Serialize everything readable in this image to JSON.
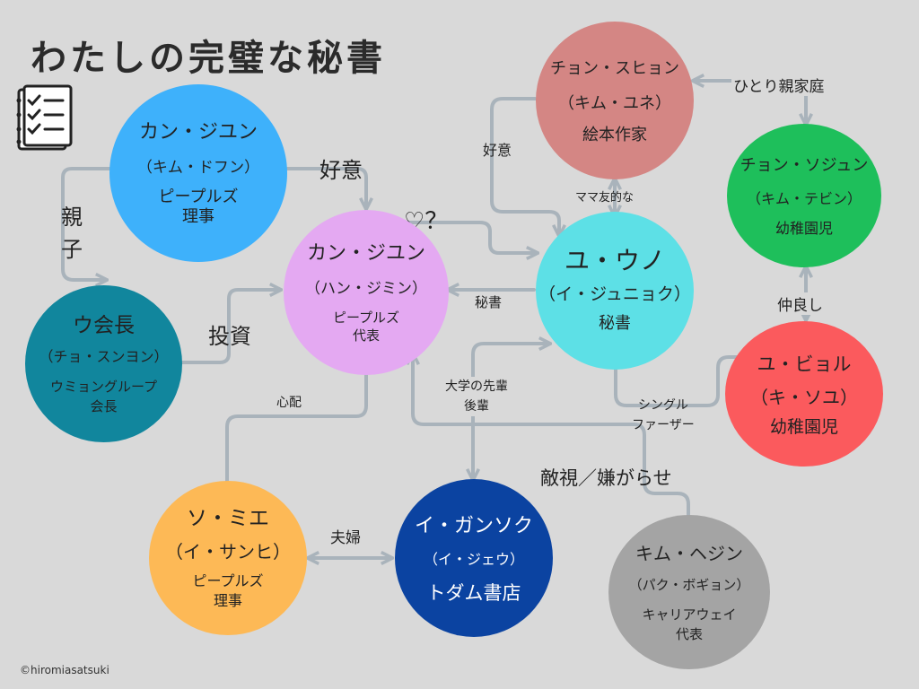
{
  "title": "わたしの完璧な秘書",
  "copyright": "©hiromiasatsuki",
  "icons": {
    "header": "checklist-clipboard-icon"
  },
  "colors": {
    "background": "#d9d9d9",
    "line": "#a9b3bb",
    "kang_jun_director": "#3eb1fb",
    "kang_jun_ceo": "#e4a9f2",
    "woo_chairman": "#11869d",
    "yu_eunho": "#5de0e6",
    "jung_suhyun": "#d48684",
    "jung_sojun": "#1ebf5b",
    "yu_byeol": "#fb5a5d",
    "so_mie": "#fdb956",
    "lee_gansok": "#0b43a1",
    "kim_hejin": "#a4a4a4"
  },
  "nodes": {
    "kang_jun_director": {
      "name": "カン・ジユン",
      "actor": "（キム・ドフン）",
      "role": "ピープルズ\n理事"
    },
    "kang_jun_ceo": {
      "name": "カン・ジユン",
      "actor": "（ハン・ジミン）",
      "role": "ピープルズ\n代表"
    },
    "woo_chairman": {
      "name": "ウ会長",
      "actor": "（チョ・スンヨン）",
      "role": "ウミョングループ\n会長"
    },
    "yu_eunho": {
      "name": "ユ・ウノ",
      "actor": "（イ・ジュニョク）",
      "role": "秘書"
    },
    "jung_suhyun": {
      "name": "チョン・スヒョン",
      "actor": "（キム・ユネ）",
      "role": "絵本作家"
    },
    "jung_sojun": {
      "name": "チョン・ソジュン",
      "actor": "（キム・テビン）",
      "role": "幼稚園児"
    },
    "yu_byeol": {
      "name": "ユ・ビョル",
      "actor": "（キ・ソユ）",
      "role": "幼稚園児"
    },
    "so_mie": {
      "name": "ソ・ミエ",
      "actor": "（イ・サンヒ）",
      "role": "ピープルズ\n理事"
    },
    "lee_gansok": {
      "name": "イ・ガンソク",
      "actor": "（イ・ジェウ）",
      "role": "トダム書店"
    },
    "kim_hejin": {
      "name": "キム・ヘジン",
      "actor": "（パク・ボギョン）",
      "role": "キャリアウェイ\n代表"
    }
  },
  "relations": {
    "parent_child": "親\n子",
    "favor_top": "好意",
    "heart": "♡？",
    "invest": "投資",
    "secretary": "秘書",
    "favor_right": "好意",
    "mama_friendly": "ママ友的な",
    "single_parent": "ひとり親家庭",
    "good_friends": "仲良し",
    "single_father": "シングル\nファーザー",
    "senior_junior": "大学の先輩\n後輩",
    "worry": "心配",
    "couple": "夫婦",
    "hostility": "敵視／嫌がらせ"
  }
}
